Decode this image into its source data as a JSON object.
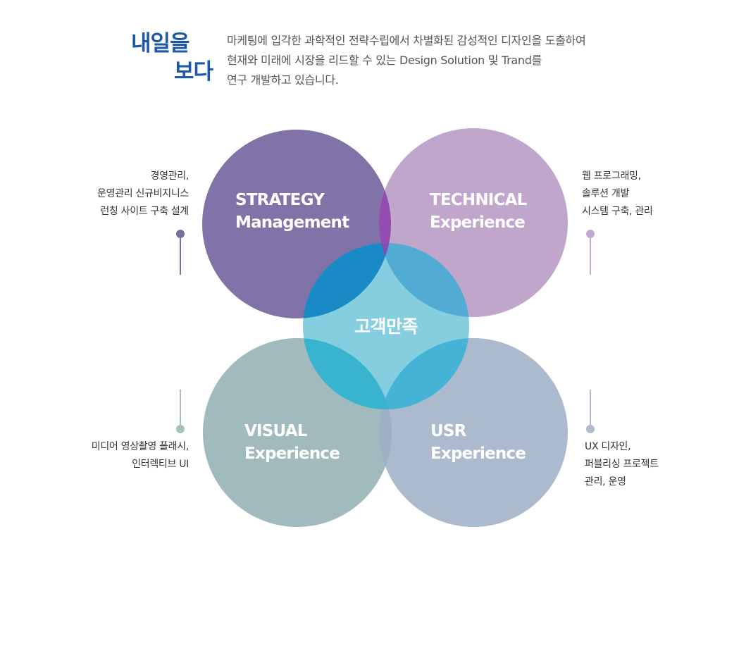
{
  "header": {
    "title_line1": "내일을",
    "title_line2": "보다",
    "intro_lines": [
      "마케팅에 입각한 과학적인 전략수립에서 차별화된 감성적인 디자인을 도출하여",
      "현재와 미래에 시장을 리드할 수 있는 Design Solution 및 Trand를",
      "연구 개발하고 있습니다."
    ]
  },
  "diagram": {
    "center": "고객만족",
    "circles": [
      {
        "id": "strategy",
        "line1": "STRATEGY",
        "line2": "Management",
        "color": "#6b5b98"
      },
      {
        "id": "technical",
        "line1": "TECHNICAL",
        "line2": "Experience",
        "color": "#b697c3"
      },
      {
        "id": "visual",
        "line1": "VISUAL",
        "line2": "Experience",
        "color": "#94b1b5"
      },
      {
        "id": "usr",
        "line1": "USR",
        "line2": "Experience",
        "color": "#9eaec5"
      }
    ],
    "center_color": "#5bbdd6"
  },
  "notes": {
    "strategy": [
      "경영관리,",
      "운영관리 신규비지니스",
      "런칭 사이트 구축 설계"
    ],
    "technical": [
      "웹 프로그래밍,",
      "솔루션 개발",
      "시스템 구축, 관리"
    ],
    "visual": [
      "미디어 영상촬영 플래시,",
      "인터렉티브 UI"
    ],
    "usr": [
      "UX 디자인,",
      "퍼블리싱 프로젝트",
      "관리, 운영"
    ]
  }
}
